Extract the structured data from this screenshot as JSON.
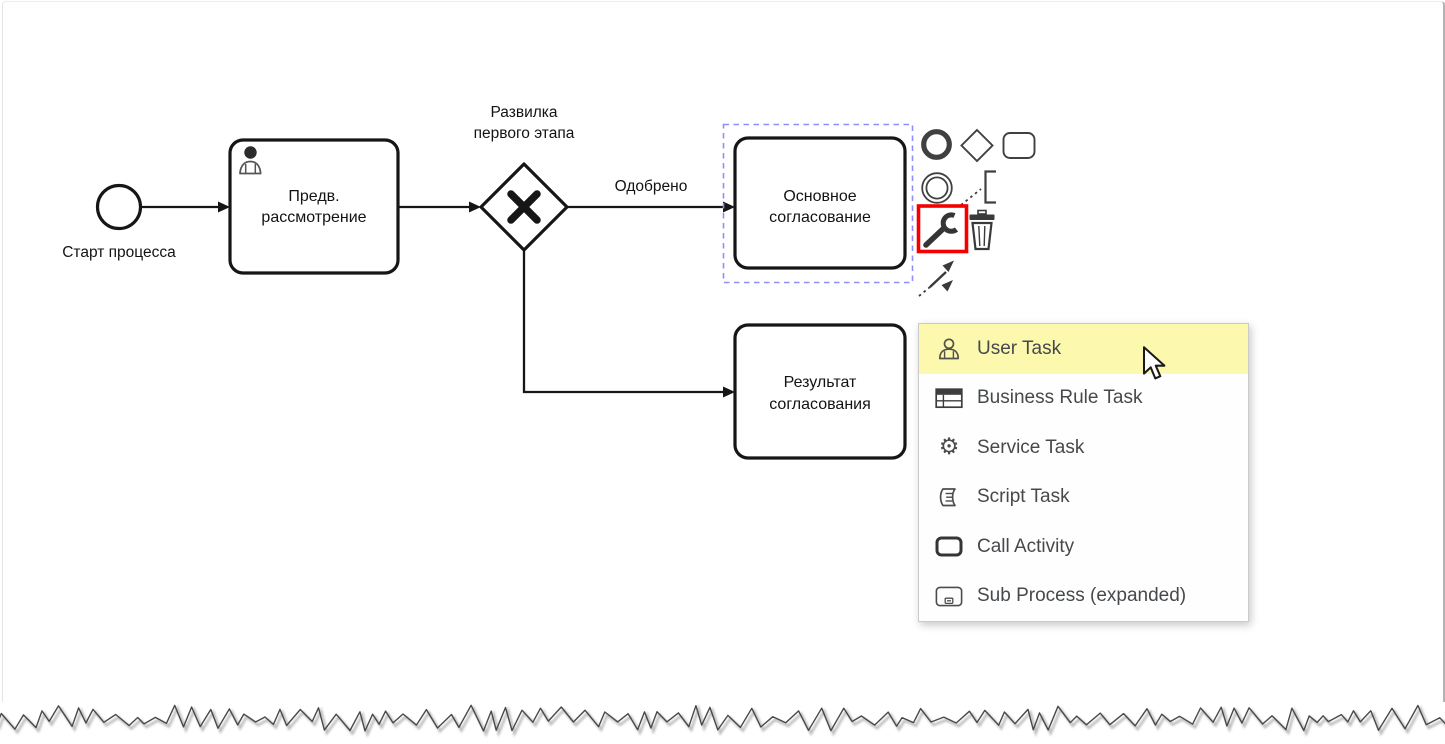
{
  "window": {
    "background_color": "#ffffff",
    "frame_border_color": "#c8c8c8"
  },
  "diagram": {
    "start_event_label": "Старт процесса",
    "task_preliminary": {
      "line1": "Предв.",
      "line2": "рассмотрение"
    },
    "gateway_label": {
      "line1": "Развилка",
      "line2": "первого этапа"
    },
    "flow_approved_label": "Одобрено",
    "task_main": {
      "line1": "Основное",
      "line2": "согласование"
    },
    "task_result": {
      "line1": "Результат",
      "line2": "согласования"
    }
  },
  "context_pad": {
    "buttons": [
      {
        "icon": "end-event-icon"
      },
      {
        "icon": "gateway-icon"
      },
      {
        "icon": "task-icon"
      },
      {
        "icon": "intermediate-event-icon"
      },
      {
        "icon": "text-annotation-icon"
      },
      {
        "icon": "wrench-icon"
      },
      {
        "icon": "trash-icon"
      },
      {
        "icon": "connect-arrow-icon"
      }
    ],
    "wrench_highlight_color": "#ff0000"
  },
  "popup_menu": {
    "highlight_color": "#fcf9ae",
    "entries": [
      {
        "label": "User Task",
        "icon": "user-icon",
        "highlighted": true
      },
      {
        "label": "Business Rule Task",
        "icon": "table-icon",
        "highlighted": false
      },
      {
        "label": "Service Task",
        "icon": "gear-icon",
        "highlighted": false
      },
      {
        "label": "Script Task",
        "icon": "scroll-icon",
        "highlighted": false
      },
      {
        "label": "Call Activity",
        "icon": "thick-rect-icon",
        "highlighted": false
      },
      {
        "label": "Sub Process (expanded)",
        "icon": "subprocess-icon",
        "highlighted": false
      }
    ]
  },
  "selection": {
    "selected_element": "task_main",
    "outline_color": "#8f8ffb"
  }
}
